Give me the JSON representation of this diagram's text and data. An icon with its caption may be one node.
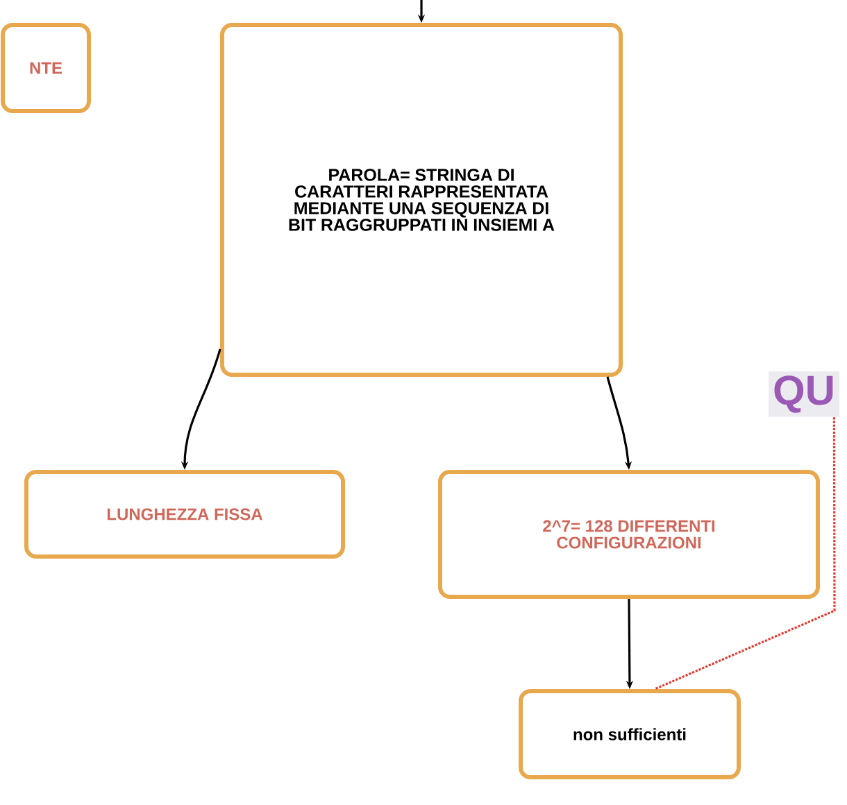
{
  "diagram": {
    "nodes": [
      {
        "text": [
          "NTE"
        ]
      },
      {
        "text": [
          "PAROLA= STRINGA DI CARATTERI RAPPRESENTATA MEDIANTE UNA SEQUENZA DI BIT RAGGRUPPATI IN INSIEMI A"
        ]
      },
      {
        "text": [
          "QU"
        ]
      },
      {
        "text": [
          "LUNGHEZZA FISSA"
        ]
      },
      {
        "text": [
          "2^7= 128 DIFFERENTI CONFIGURAZIONI"
        ]
      },
      {
        "text": [
          "non sufficienti"
        ]
      }
    ],
    "edges": [
      {
        "from": null,
        "to": 1,
        "arrow": "to"
      },
      {
        "from": 1,
        "to": 3,
        "arrow": "to"
      },
      {
        "from": 1,
        "to": 4,
        "arrow": "to"
      },
      {
        "from": 4,
        "to": 5,
        "arrow": "to"
      },
      {
        "from": 2,
        "to": 5,
        "arrow": "none",
        "style": "dashed",
        "color": "#e8392f"
      }
    ]
  }
}
